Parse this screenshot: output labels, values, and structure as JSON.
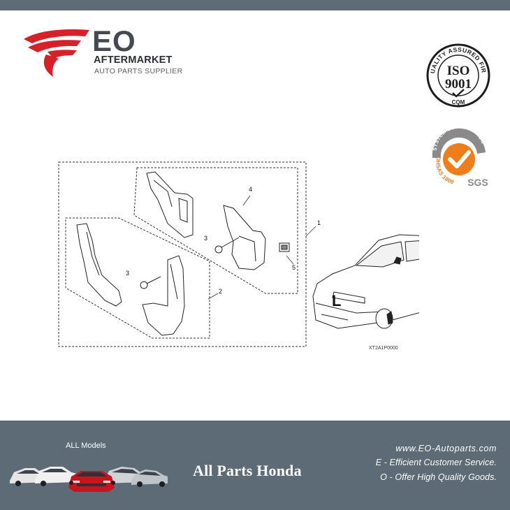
{
  "brand": {
    "name": "EO",
    "line1": "AFTERMARKET",
    "line2": "AUTO PARTS SUPPLIER",
    "colors": {
      "red": "#d7212a",
      "dark": "#444a4f"
    }
  },
  "badges": {
    "iso": {
      "ring_text": "QUALITY ASSURED FIRM",
      "line1": "ISO",
      "line2": "9001",
      "bottom": "CQM"
    },
    "sgs": {
      "ring_text": "SYSTEM CERTIFICATION",
      "side_text": "OHSAS 18001",
      "brand": "SGS",
      "colors": {
        "orange": "#ee7d1b",
        "gray": "#8a8a8a"
      }
    }
  },
  "diagram": {
    "callouts": [
      "1",
      "2",
      "3",
      "3",
      "4",
      "5"
    ],
    "code": "XT2A1P0000",
    "side_mark": "L"
  },
  "footer": {
    "models_label": "ALL Models",
    "title": "All Parts Honda",
    "url": "www.EO-Autoparts.com",
    "slogan_e": "E - Efficient Customer Service.",
    "slogan_o": "O - Offer High Quality Goods."
  }
}
